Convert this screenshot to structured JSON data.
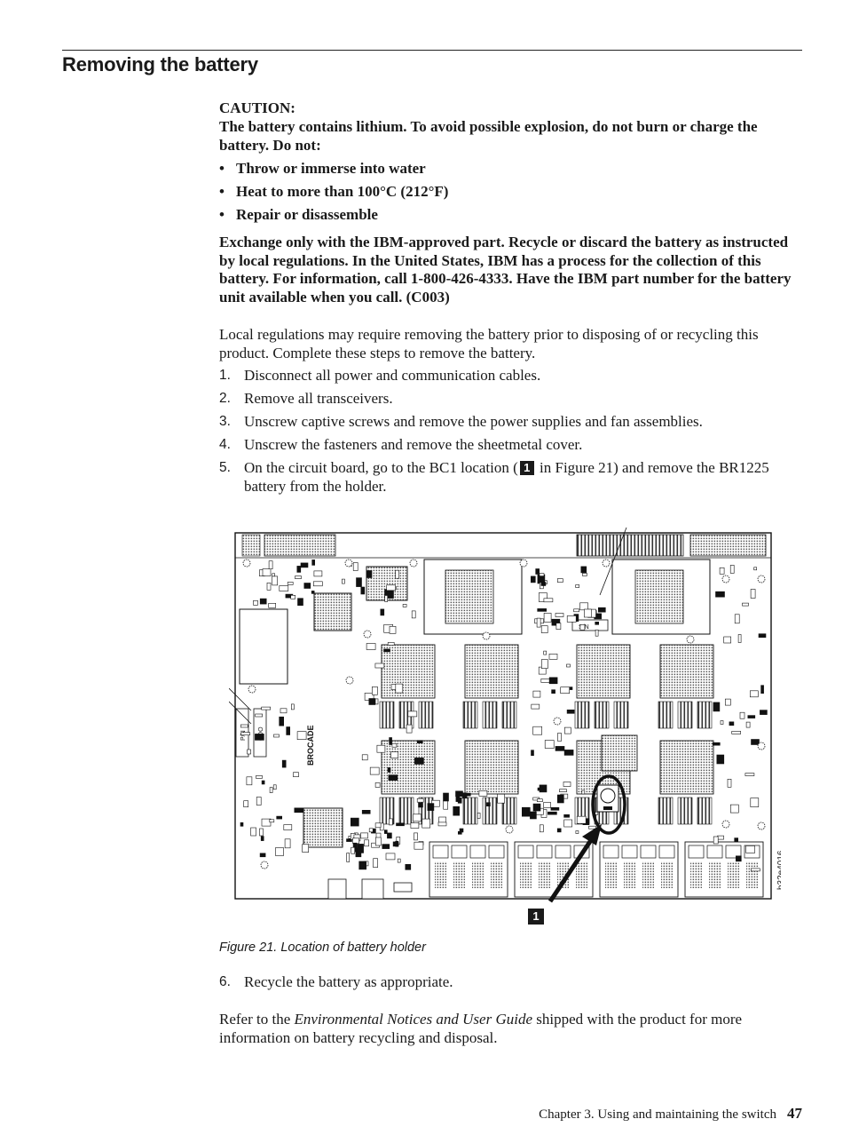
{
  "heading": "Removing the battery",
  "caution": {
    "label": "CAUTION:",
    "intro": "The battery contains lithium. To avoid possible explosion, do not burn or charge the battery. Do not:",
    "bullets": [
      "Throw or immerse into water",
      "Heat to more than 100°C (212°F)",
      "Repair or disassemble"
    ],
    "exchange": "Exchange only with the IBM-approved part. Recycle or discard the battery as instructed by local regulations. In the United States, IBM has a process for the collection of this battery. For information, call 1-800-426-4333. Have the IBM part number for the battery unit available when you call. (C003)"
  },
  "intro": "Local regulations may require removing the battery prior to disposing of or recycling this product. Complete these steps to remove the battery.",
  "steps": [
    {
      "num": "1.",
      "text": "Disconnect all power and communication cables."
    },
    {
      "num": "2.",
      "text": "Remove all transceivers."
    },
    {
      "num": "3.",
      "text": "Unscrew captive screws and remove the power supplies and fan assemblies."
    },
    {
      "num": "4.",
      "text": "Unscrew the fasteners and remove the sheetmetal cover."
    },
    {
      "num": "5.",
      "text_before": "On the circuit board, go to the BC1 location (",
      "callout": "1",
      "text_after": " in Figure 21) and remove the BR1225 battery from the holder."
    }
  ],
  "figure": {
    "id_label": "b32e4016",
    "callout": "1",
    "board_labels": [
      "P/N",
      "CDO",
      "S/N",
      "BROCADE"
    ],
    "caption": "Figure 21. Location of battery holder"
  },
  "step6": {
    "num": "6.",
    "text": "Recycle the battery as appropriate."
  },
  "refer": {
    "before": "Refer to the ",
    "title": "Environmental Notices and User Guide",
    "after": " shipped with the product for more information on battery recycling and disposal."
  },
  "footer": {
    "chapter": "Chapter 3. Using and maintaining the switch",
    "page": "47"
  }
}
